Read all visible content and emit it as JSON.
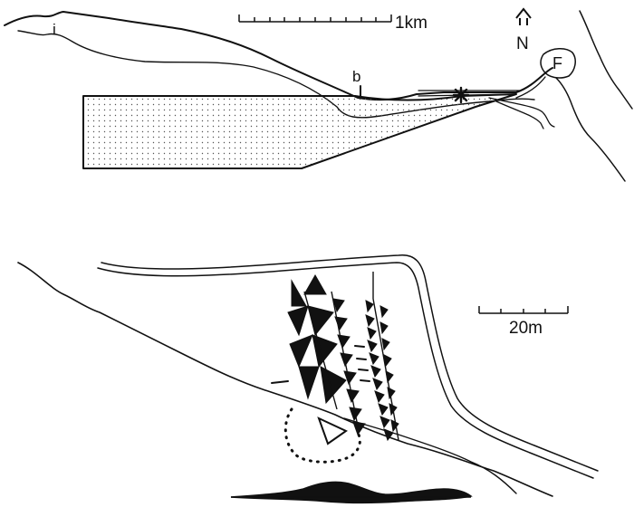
{
  "colors": {
    "ink": "#111111",
    "background": "#ffffff",
    "stipple": "#555555"
  },
  "top_map": {
    "scale_label": "1km",
    "north_label": "N",
    "north_icon": "north-arrow-icon",
    "label_i": "i",
    "label_b": "b",
    "label_f": "F",
    "star_icon": "asterisk-star-icon"
  },
  "bottom_map": {
    "scale_label": "20m"
  }
}
